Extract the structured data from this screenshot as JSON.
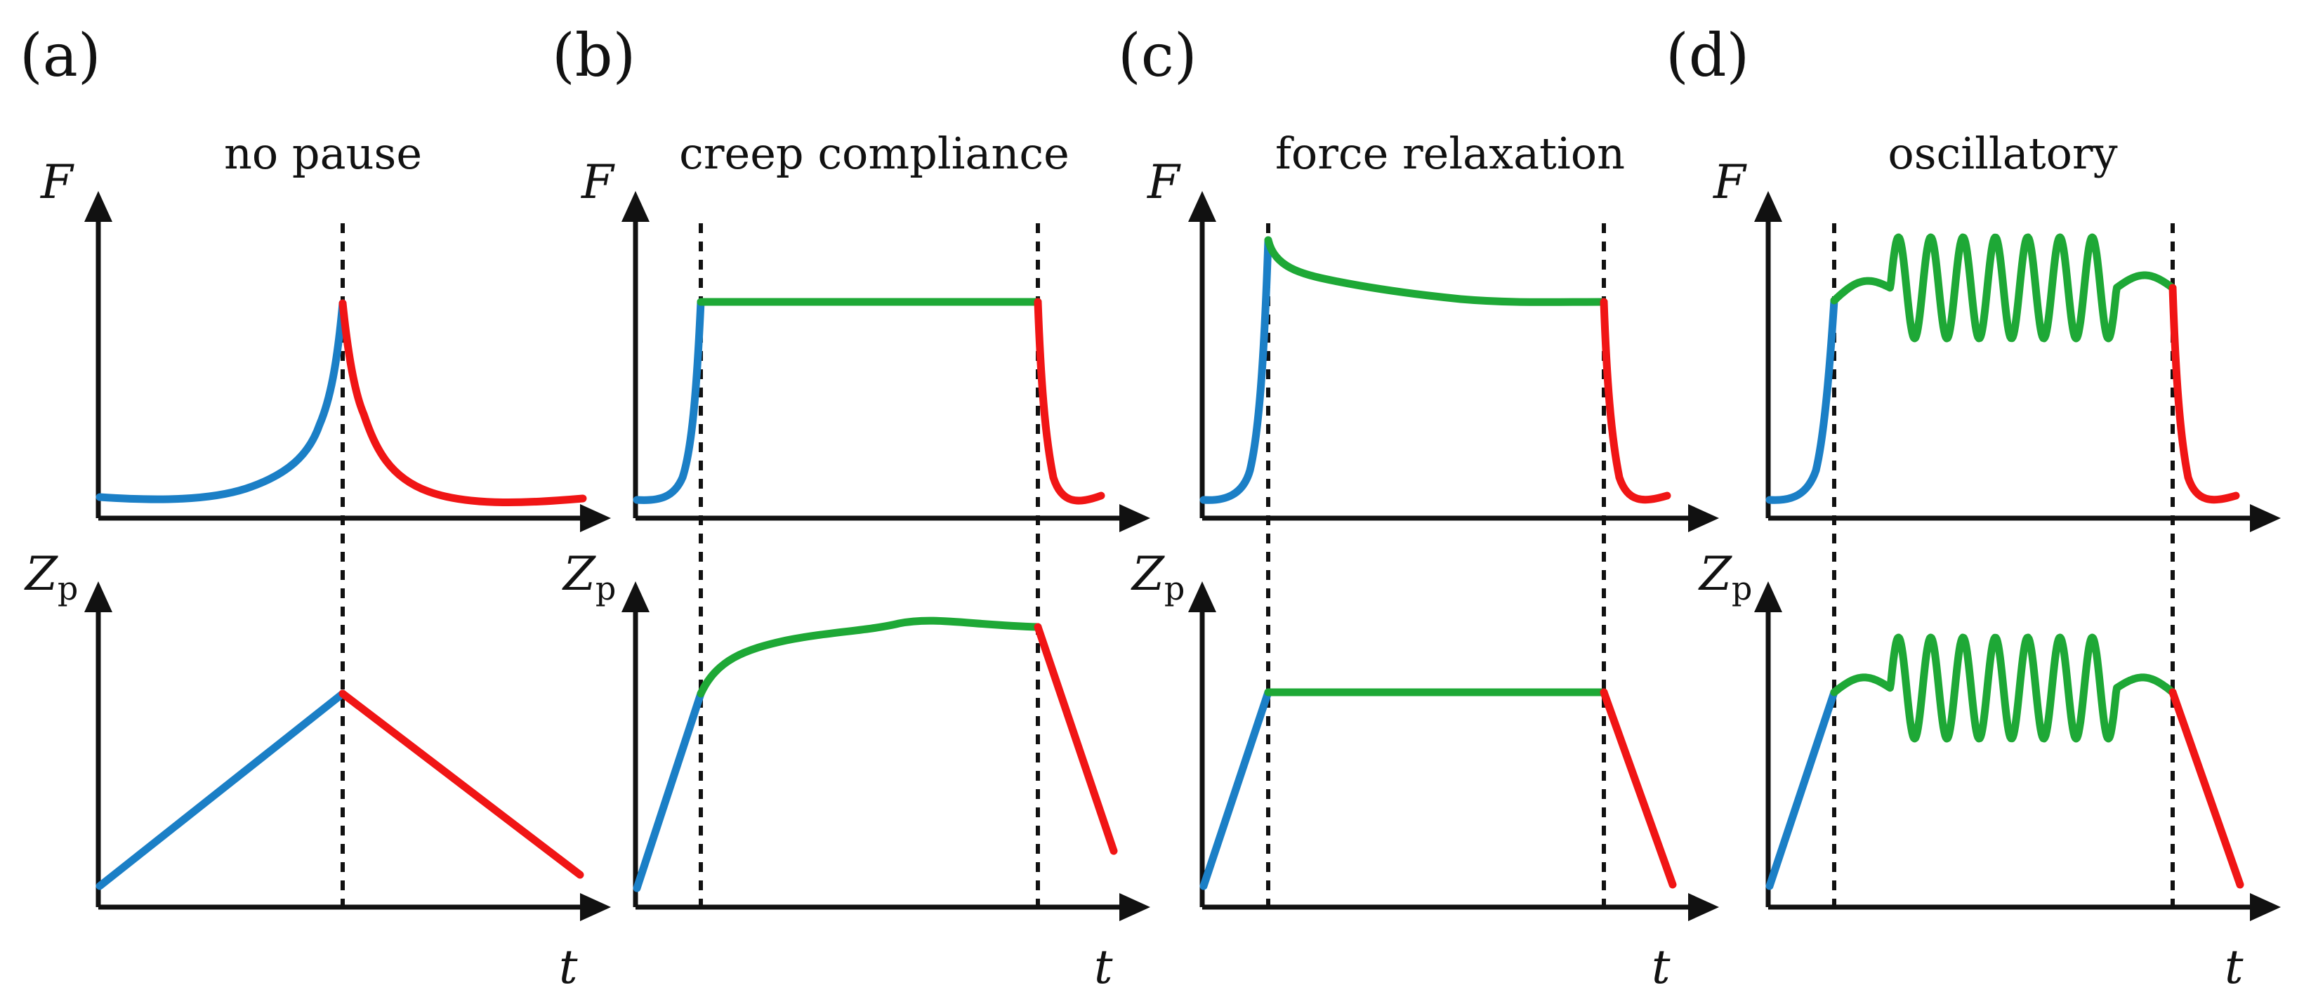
{
  "colors": {
    "approach": "#1b7fc6",
    "pause": "#1ea836",
    "retract": "#f01515",
    "axis": "#111111"
  },
  "y_axis_top": {
    "symbol": "F"
  },
  "y_axis_bottom": {
    "symbol": "Z",
    "subscript": "p"
  },
  "x_axis": {
    "symbol": "t"
  },
  "panels": [
    {
      "letter": "(a)",
      "title": "no pause"
    },
    {
      "letter": "(b)",
      "title": "creep compliance"
    },
    {
      "letter": "(c)",
      "title": "force relaxation"
    },
    {
      "letter": "(d)",
      "title": "oscillatory"
    }
  ]
}
